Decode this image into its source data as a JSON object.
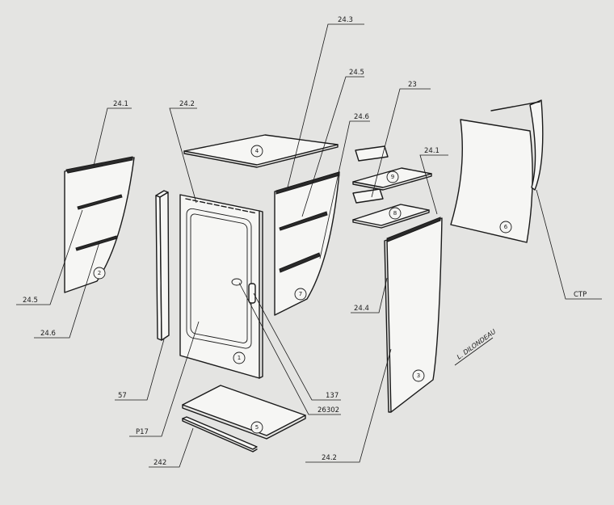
{
  "callouts": {
    "c1": "24.3",
    "c2": "24.5",
    "c3": "23",
    "c4": "24.1",
    "c5": "24.2",
    "c6": "24.6",
    "c7": "24.1",
    "c8": "24.5",
    "c9": "24.6",
    "c10": "24.4",
    "c11": "57",
    "c12": "P17",
    "c13": "137",
    "c14": "26302",
    "c15": "242",
    "c16": "24.2",
    "c17": "CTP"
  },
  "parts": {
    "p1": "1",
    "p2": "2",
    "p3": "3",
    "p4": "4",
    "p5": "5",
    "p6": "6",
    "p7": "7",
    "p8": "8",
    "p9": "9"
  },
  "signature": "L. DILONDEAU"
}
